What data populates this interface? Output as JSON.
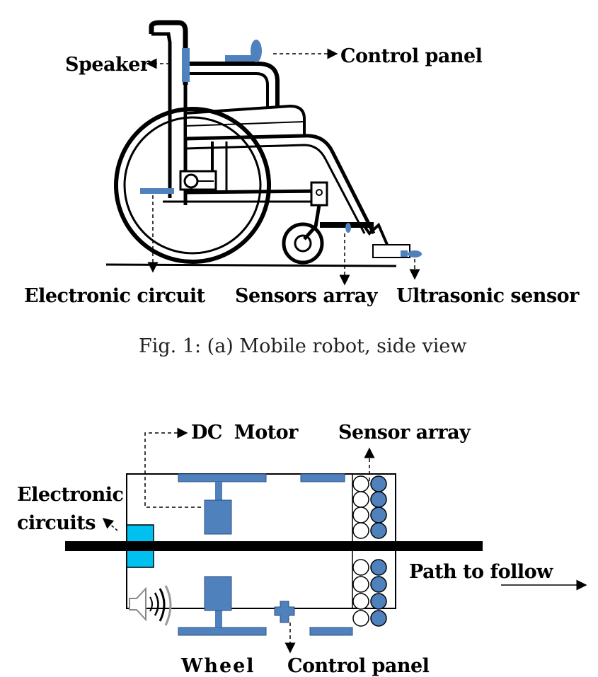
{
  "figure1": {
    "labels": {
      "speaker": "Speaker",
      "control_panel": "Control panel",
      "electronic_circuit": "Electronic circuit",
      "sensors_array": "Sensors array",
      "ultrasonic_sensor": "Ultrasonic sensor"
    },
    "caption": "Fig. 1: (a) Mobile robot, side view"
  },
  "figure2": {
    "labels": {
      "dc_motor": "DC Motor",
      "sensor_array": "Sensor array",
      "electronic_circuits_line1": "Electronic",
      "electronic_circuits_line2": "circuits",
      "path_to_follow": "Path to follow",
      "wheel": "Wheel",
      "control_panel": "Control panel"
    }
  },
  "colors": {
    "component_blue": "#4f81bd",
    "circuit_cyan": "#00c0f0",
    "line": "#000000"
  }
}
